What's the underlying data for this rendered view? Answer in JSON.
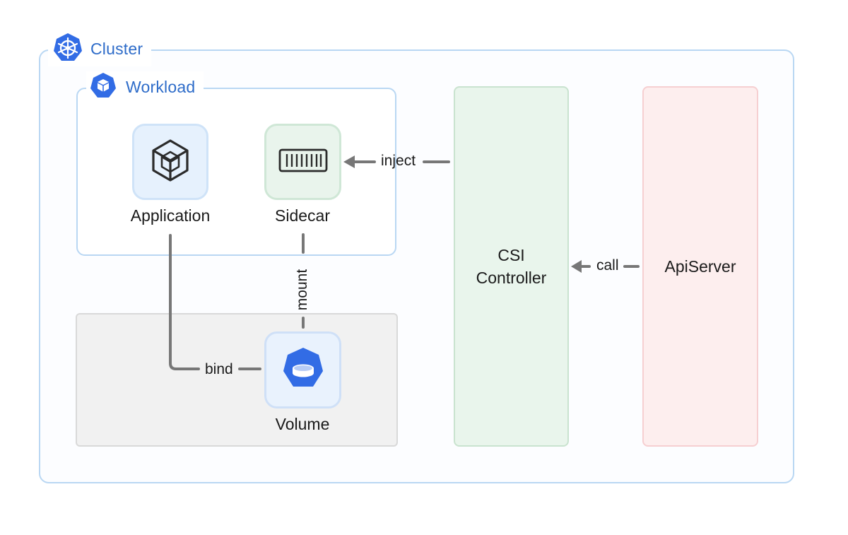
{
  "cluster": {
    "title": "Cluster"
  },
  "workload": {
    "title": "Workload"
  },
  "nodes": {
    "application": "Application",
    "sidecar": "Sidecar",
    "volume": "Volume",
    "csi_controller": [
      "CSI",
      "Controller"
    ],
    "api_server": "ApiServer"
  },
  "edges": {
    "inject": "inject",
    "call": "call",
    "bind": "bind",
    "mount": "mount"
  },
  "colors": {
    "k8s_blue": "#326ce5",
    "title_blue": "#2e6cc9",
    "connector": "#777777"
  },
  "icons": [
    "kubernetes-helm-icon",
    "kubernetes-cube-icon",
    "package-cube-icon",
    "container-icon",
    "volume-disk-icon"
  ]
}
